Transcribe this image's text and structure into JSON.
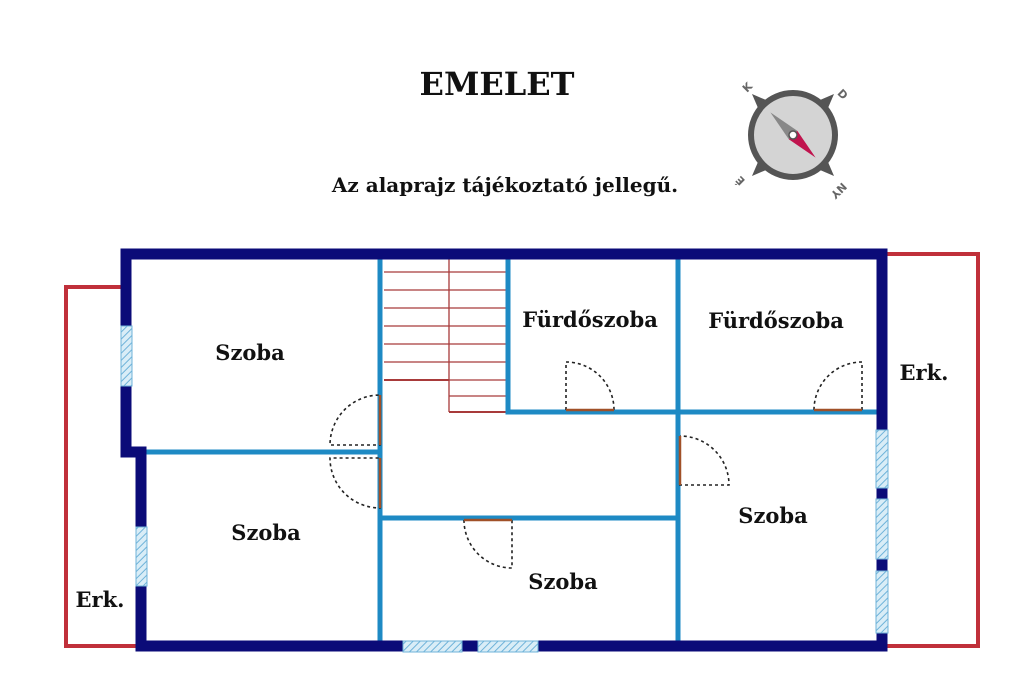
{
  "header": {
    "title": "EMELET",
    "subtitle": "Az alaprajz tájékoztató jellegű."
  },
  "compass": {
    "letters": {
      "k": "K",
      "d": "D",
      "e": "É",
      "ny": "NY"
    }
  },
  "rooms": {
    "szoba_top_left": "Szoba",
    "szoba_bottom_left": "Szoba",
    "szoba_bottom_middle": "Szoba",
    "szoba_right": "Szoba",
    "furdo_1": "Fürdőszoba",
    "furdo_2": "Fürdőszoba",
    "erkely_left": "Erk.",
    "erkely_right": "Erk."
  },
  "colors": {
    "outer_wall": "#0b0b78",
    "inner_wall": "#1e8ac4",
    "balcony": "#c0303a",
    "stairs": "#a83a3a",
    "window": "#a8d4ea",
    "compass_accent": "#c0144e"
  }
}
